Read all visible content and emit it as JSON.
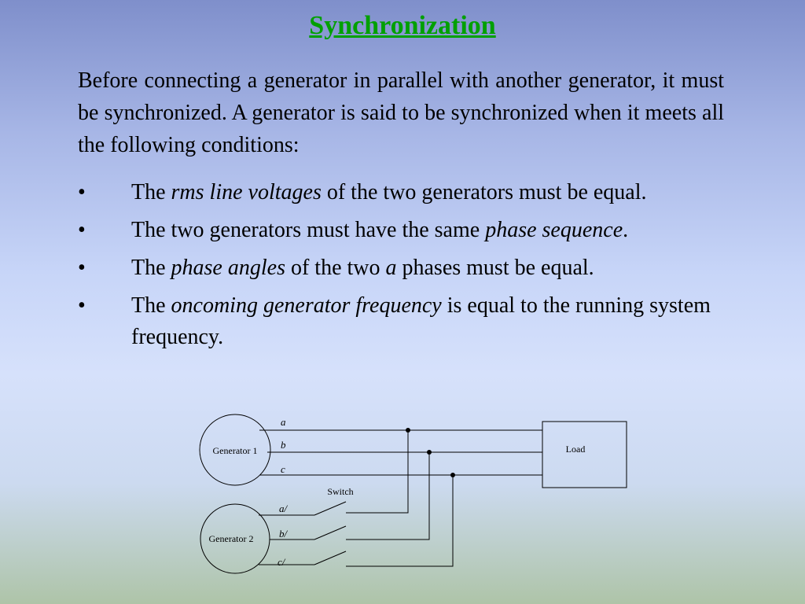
{
  "title": "Synchronization",
  "intro": "Before connecting a generator in parallel with another generator, it must be synchronized. A generator is said to be synchronized when it meets all the following conditions:",
  "bullets": [
    {
      "pre": "The ",
      "em": "rms line voltages",
      "post": " of the two generators must be equal."
    },
    {
      "pre": "The two generators must have the same ",
      "em": "phase sequence",
      "post": "."
    },
    {
      "pre": "The ",
      "em": "phase angles",
      "post": " of the two ",
      "em2": "a",
      "post2": " phases must be equal."
    },
    {
      "pre": "The ",
      "em": "oncoming generator frequency",
      "post": " is equal to the running system frequency."
    }
  ],
  "diagram": {
    "gen1": "Generator 1",
    "gen2": "Generator 2",
    "load": "Load",
    "switch": "Switch",
    "phases1": [
      "a",
      "b",
      "c"
    ],
    "phases2": [
      "a/",
      "b/",
      "c/"
    ]
  }
}
